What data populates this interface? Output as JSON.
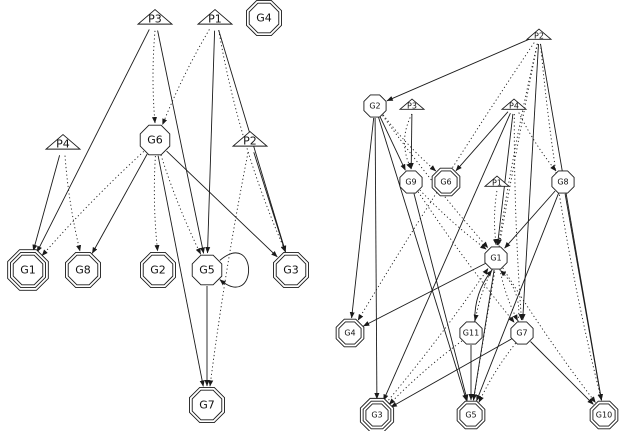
{
  "graphs": [
    {
      "id": "left",
      "nodes": [
        {
          "id": "P3",
          "label": "P3",
          "shape": "triangle"
        },
        {
          "id": "P1",
          "label": "P1",
          "shape": "triangle"
        },
        {
          "id": "G4",
          "label": "G4",
          "shape": "dbl-octagon"
        },
        {
          "id": "P4",
          "label": "P4",
          "shape": "triangle"
        },
        {
          "id": "G6",
          "label": "G6",
          "shape": "octagon"
        },
        {
          "id": "P2",
          "label": "P2",
          "shape": "triangle"
        },
        {
          "id": "G1",
          "label": "G1",
          "shape": "tri-octagon"
        },
        {
          "id": "G8",
          "label": "G8",
          "shape": "dbl-octagon"
        },
        {
          "id": "G2",
          "label": "G2",
          "shape": "dbl-octagon"
        },
        {
          "id": "G5",
          "label": "G5",
          "shape": "octagon"
        },
        {
          "id": "G3",
          "label": "G3",
          "shape": "dbl-octagon"
        },
        {
          "id": "G7",
          "label": "G7",
          "shape": "dbl-octagon"
        }
      ],
      "edges": [
        {
          "from": "P3",
          "to": "G1",
          "style": "solid"
        },
        {
          "from": "P3",
          "to": "G6",
          "style": "dotted"
        },
        {
          "from": "P3",
          "to": "G5",
          "style": "solid"
        },
        {
          "from": "P1",
          "to": "G6",
          "style": "dotted"
        },
        {
          "from": "P1",
          "to": "G5",
          "style": "solid"
        },
        {
          "from": "P1",
          "to": "G3",
          "style": "solid"
        },
        {
          "from": "P1",
          "to": "G3",
          "style": "dotted"
        },
        {
          "from": "P4",
          "to": "G1",
          "style": "solid"
        },
        {
          "from": "P4",
          "to": "G8",
          "style": "dotted"
        },
        {
          "from": "G6",
          "to": "G1",
          "style": "dotted"
        },
        {
          "from": "G6",
          "to": "G8",
          "style": "solid"
        },
        {
          "from": "G6",
          "to": "G2",
          "style": "dotted"
        },
        {
          "from": "G6",
          "to": "G5",
          "style": "dotted"
        },
        {
          "from": "G6",
          "to": "G3",
          "style": "solid"
        },
        {
          "from": "G6",
          "to": "G7",
          "style": "solid"
        },
        {
          "from": "P2",
          "to": "G3",
          "style": "solid"
        },
        {
          "from": "P2",
          "to": "G7",
          "style": "dotted"
        },
        {
          "from": "G5",
          "to": "G5",
          "style": "solid"
        },
        {
          "from": "G5",
          "to": "G7",
          "style": "solid"
        }
      ]
    },
    {
      "id": "right",
      "nodes": [
        {
          "id": "P2",
          "label": "P2",
          "shape": "triangle"
        },
        {
          "id": "G2",
          "label": "G2",
          "shape": "octagon"
        },
        {
          "id": "P3",
          "label": "P3",
          "shape": "triangle"
        },
        {
          "id": "P4",
          "label": "P4",
          "shape": "triangle"
        },
        {
          "id": "G9",
          "label": "G9",
          "shape": "octagon"
        },
        {
          "id": "G6",
          "label": "G6",
          "shape": "dbl-octagon"
        },
        {
          "id": "P1",
          "label": "P1",
          "shape": "triangle"
        },
        {
          "id": "G8",
          "label": "G8",
          "shape": "octagon"
        },
        {
          "id": "G1",
          "label": "G1",
          "shape": "octagon"
        },
        {
          "id": "G4",
          "label": "G4",
          "shape": "dbl-octagon"
        },
        {
          "id": "G11",
          "label": "G11",
          "shape": "octagon"
        },
        {
          "id": "G7",
          "label": "G7",
          "shape": "octagon"
        },
        {
          "id": "G3",
          "label": "G3",
          "shape": "tri-octagon"
        },
        {
          "id": "G5",
          "label": "G5",
          "shape": "dbl-octagon"
        },
        {
          "id": "G10",
          "label": "G10",
          "shape": "dbl-octagon"
        }
      ],
      "edges": [
        {
          "from": "P2",
          "to": "G2",
          "style": "solid"
        },
        {
          "from": "P2",
          "to": "G4",
          "style": "dotted"
        },
        {
          "from": "P2",
          "to": "G1",
          "style": "dotted"
        },
        {
          "from": "P2",
          "to": "G7",
          "style": "solid"
        },
        {
          "from": "P2",
          "to": "G10",
          "style": "solid"
        },
        {
          "from": "P2",
          "to": "G10",
          "style": "dotted"
        },
        {
          "from": "P2",
          "to": "G5",
          "style": "dotted"
        },
        {
          "from": "G2",
          "to": "G4",
          "style": "solid"
        },
        {
          "from": "G2",
          "to": "G3",
          "style": "solid"
        },
        {
          "from": "G2",
          "to": "G9",
          "style": "solid"
        },
        {
          "from": "G2",
          "to": "G5",
          "style": "solid"
        },
        {
          "from": "G2",
          "to": "G6",
          "style": "dotted"
        },
        {
          "from": "G2",
          "to": "G1",
          "style": "dotted"
        },
        {
          "from": "P3",
          "to": "G9",
          "style": "solid"
        },
        {
          "from": "P3",
          "to": "G9",
          "style": "dotted"
        },
        {
          "from": "P4",
          "to": "G6",
          "style": "solid"
        },
        {
          "from": "P4",
          "to": "G3",
          "style": "solid"
        },
        {
          "from": "P4",
          "to": "G1",
          "style": "solid"
        },
        {
          "from": "P4",
          "to": "G8",
          "style": "dotted"
        },
        {
          "from": "P4",
          "to": "G7",
          "style": "dotted"
        },
        {
          "from": "G9",
          "to": "G5",
          "style": "solid"
        },
        {
          "from": "G9",
          "to": "G1",
          "style": "dotted"
        },
        {
          "from": "G9",
          "to": "G7",
          "style": "dotted"
        },
        {
          "from": "P1",
          "to": "G1",
          "style": "dotted"
        },
        {
          "from": "G8",
          "to": "G1",
          "style": "solid"
        },
        {
          "from": "G8",
          "to": "G5",
          "style": "solid"
        },
        {
          "from": "G8",
          "to": "G10",
          "style": "solid"
        },
        {
          "from": "G1",
          "to": "G4",
          "style": "solid"
        },
        {
          "from": "G1",
          "to": "G5",
          "style": "solid"
        },
        {
          "from": "G1",
          "to": "G7",
          "style": "dotted"
        },
        {
          "from": "G1",
          "to": "G11",
          "style": "dotted"
        },
        {
          "from": "G1",
          "to": "G10",
          "style": "dotted"
        },
        {
          "from": "G11",
          "to": "G1",
          "style": "solid"
        },
        {
          "from": "G11",
          "to": "G5",
          "style": "solid"
        },
        {
          "from": "G11",
          "to": "G3",
          "style": "dotted"
        },
        {
          "from": "G7",
          "to": "G1",
          "style": "dotted"
        },
        {
          "from": "G7",
          "to": "G3",
          "style": "solid"
        },
        {
          "from": "G7",
          "to": "G10",
          "style": "solid"
        },
        {
          "from": "G7",
          "to": "G5",
          "style": "dotted"
        },
        {
          "from": "G3",
          "to": "G1",
          "style": "dotted"
        }
      ]
    }
  ]
}
